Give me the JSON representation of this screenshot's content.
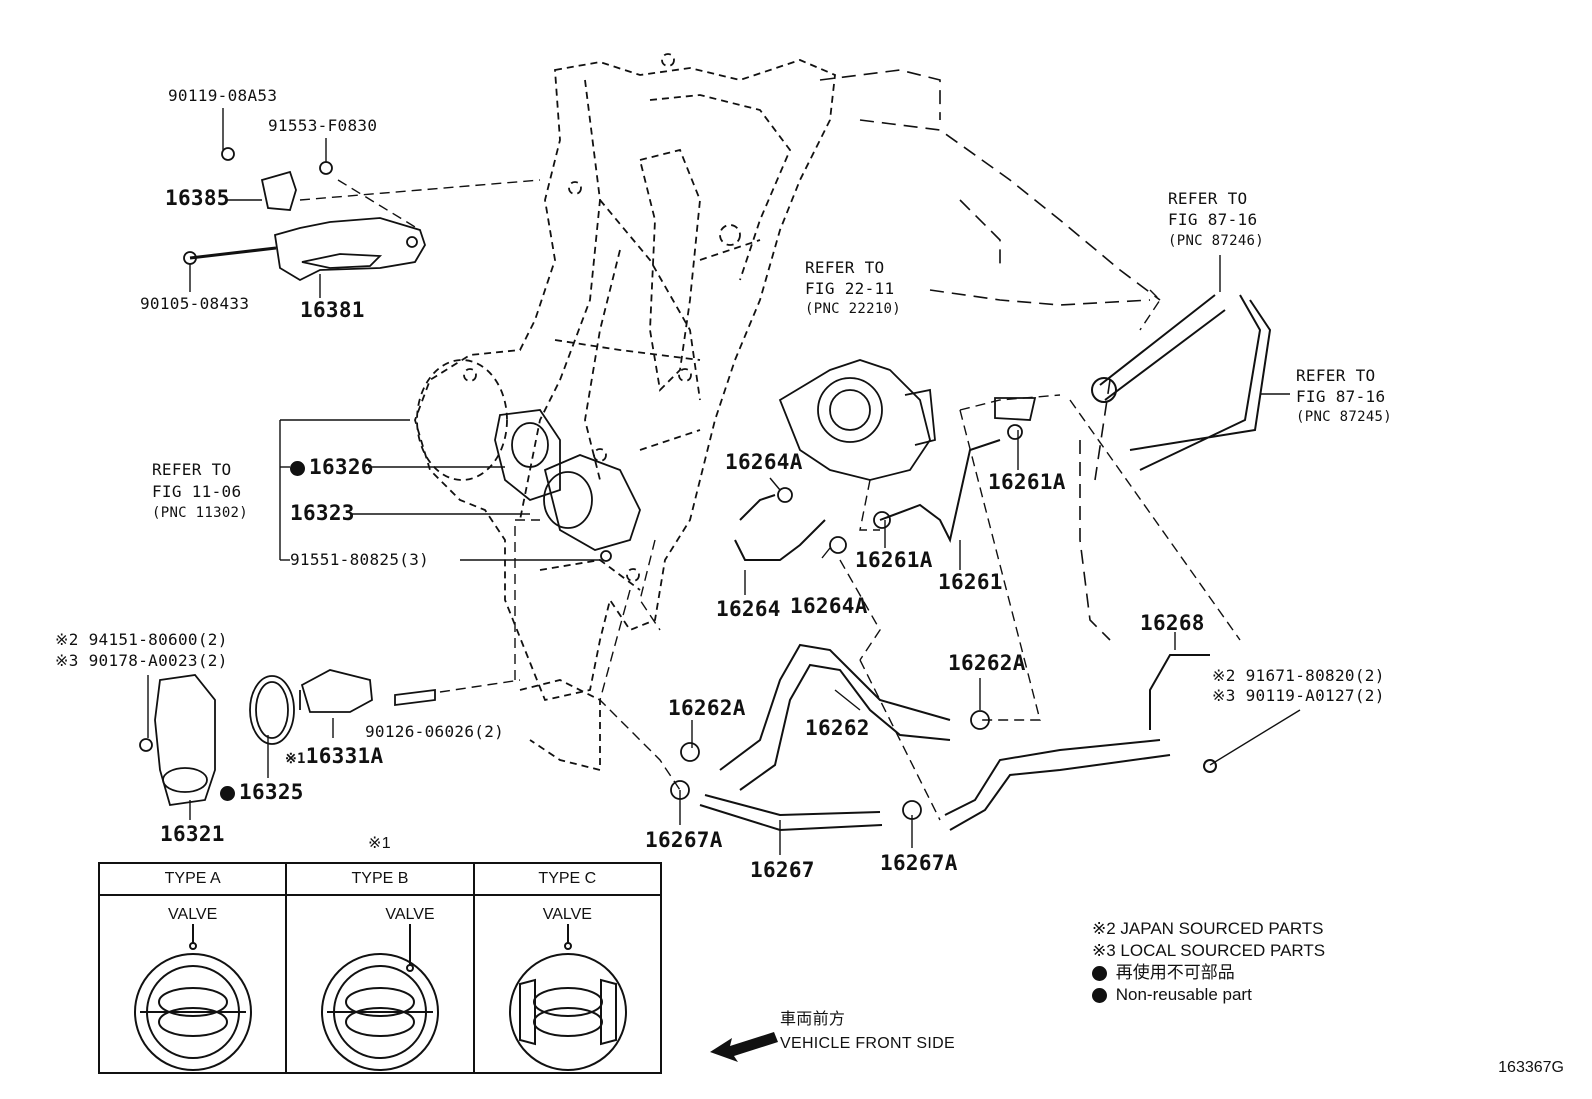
{
  "parts": {
    "p90119_08A53": "90119-08A53",
    "p91553_F0830": "91553-F0830",
    "p16385": "16385",
    "p90105_08433": "90105-08433",
    "p16381": "16381",
    "p16326": "16326",
    "p16323": "16323",
    "p91551": "91551-80825(3)",
    "p94151": "94151-80600(2)",
    "p90178": "90178-A0023(2)",
    "p16331A": "16331A",
    "p90126": "90126-06026(2)",
    "p16325": "16325",
    "p16321": "16321",
    "p16264A_top": "16264A",
    "p16264": "16264",
    "p16264A_bot": "16264A",
    "p16261A_right": "16261A",
    "p16261A_mid": "16261A",
    "p16261": "16261",
    "p16262A_right": "16262A",
    "p16262A_left": "16262A",
    "p16262": "16262",
    "p16268": "16268",
    "p91671": "91671-80820(2)",
    "p90119_A0127": "90119-A0127(2)",
    "p16267A_left": "16267A",
    "p16267": "16267",
    "p16267A_right": "16267A"
  },
  "marks": {
    "m1": "※1",
    "m2": "※2",
    "m3": "※3"
  },
  "refs": {
    "fig11": {
      "l1": "REFER TO",
      "l2": "FIG 11-06",
      "l3": "(PNC 11302)"
    },
    "fig22": {
      "l1": "REFER TO",
      "l2": "FIG 22-11",
      "l3": "(PNC 22210)"
    },
    "fig87a": {
      "l1": "REFER TO",
      "l2": "FIG 87-16",
      "l3": "(PNC 87246)"
    },
    "fig87b": {
      "l1": "REFER TO",
      "l2": "FIG 87-16",
      "l3": "(PNC 87245)"
    }
  },
  "types": {
    "mark": "※1",
    "cols": [
      {
        "head": "TYPE A",
        "valve": "VALVE"
      },
      {
        "head": "TYPE B",
        "valve": "VALVE"
      },
      {
        "head": "TYPE C",
        "valve": "VALVE"
      }
    ]
  },
  "legend": {
    "japan": "※2 JAPAN SOURCED PARTS",
    "local": "※3 LOCAL SOURCED PARTS",
    "jp_nonreuse": "再使用不可部品",
    "nonreuse": "Non-reusable part"
  },
  "front": {
    "jp": "車両前方",
    "en": "VEHICLE FRONT SIDE"
  },
  "figure_id": "163367G"
}
